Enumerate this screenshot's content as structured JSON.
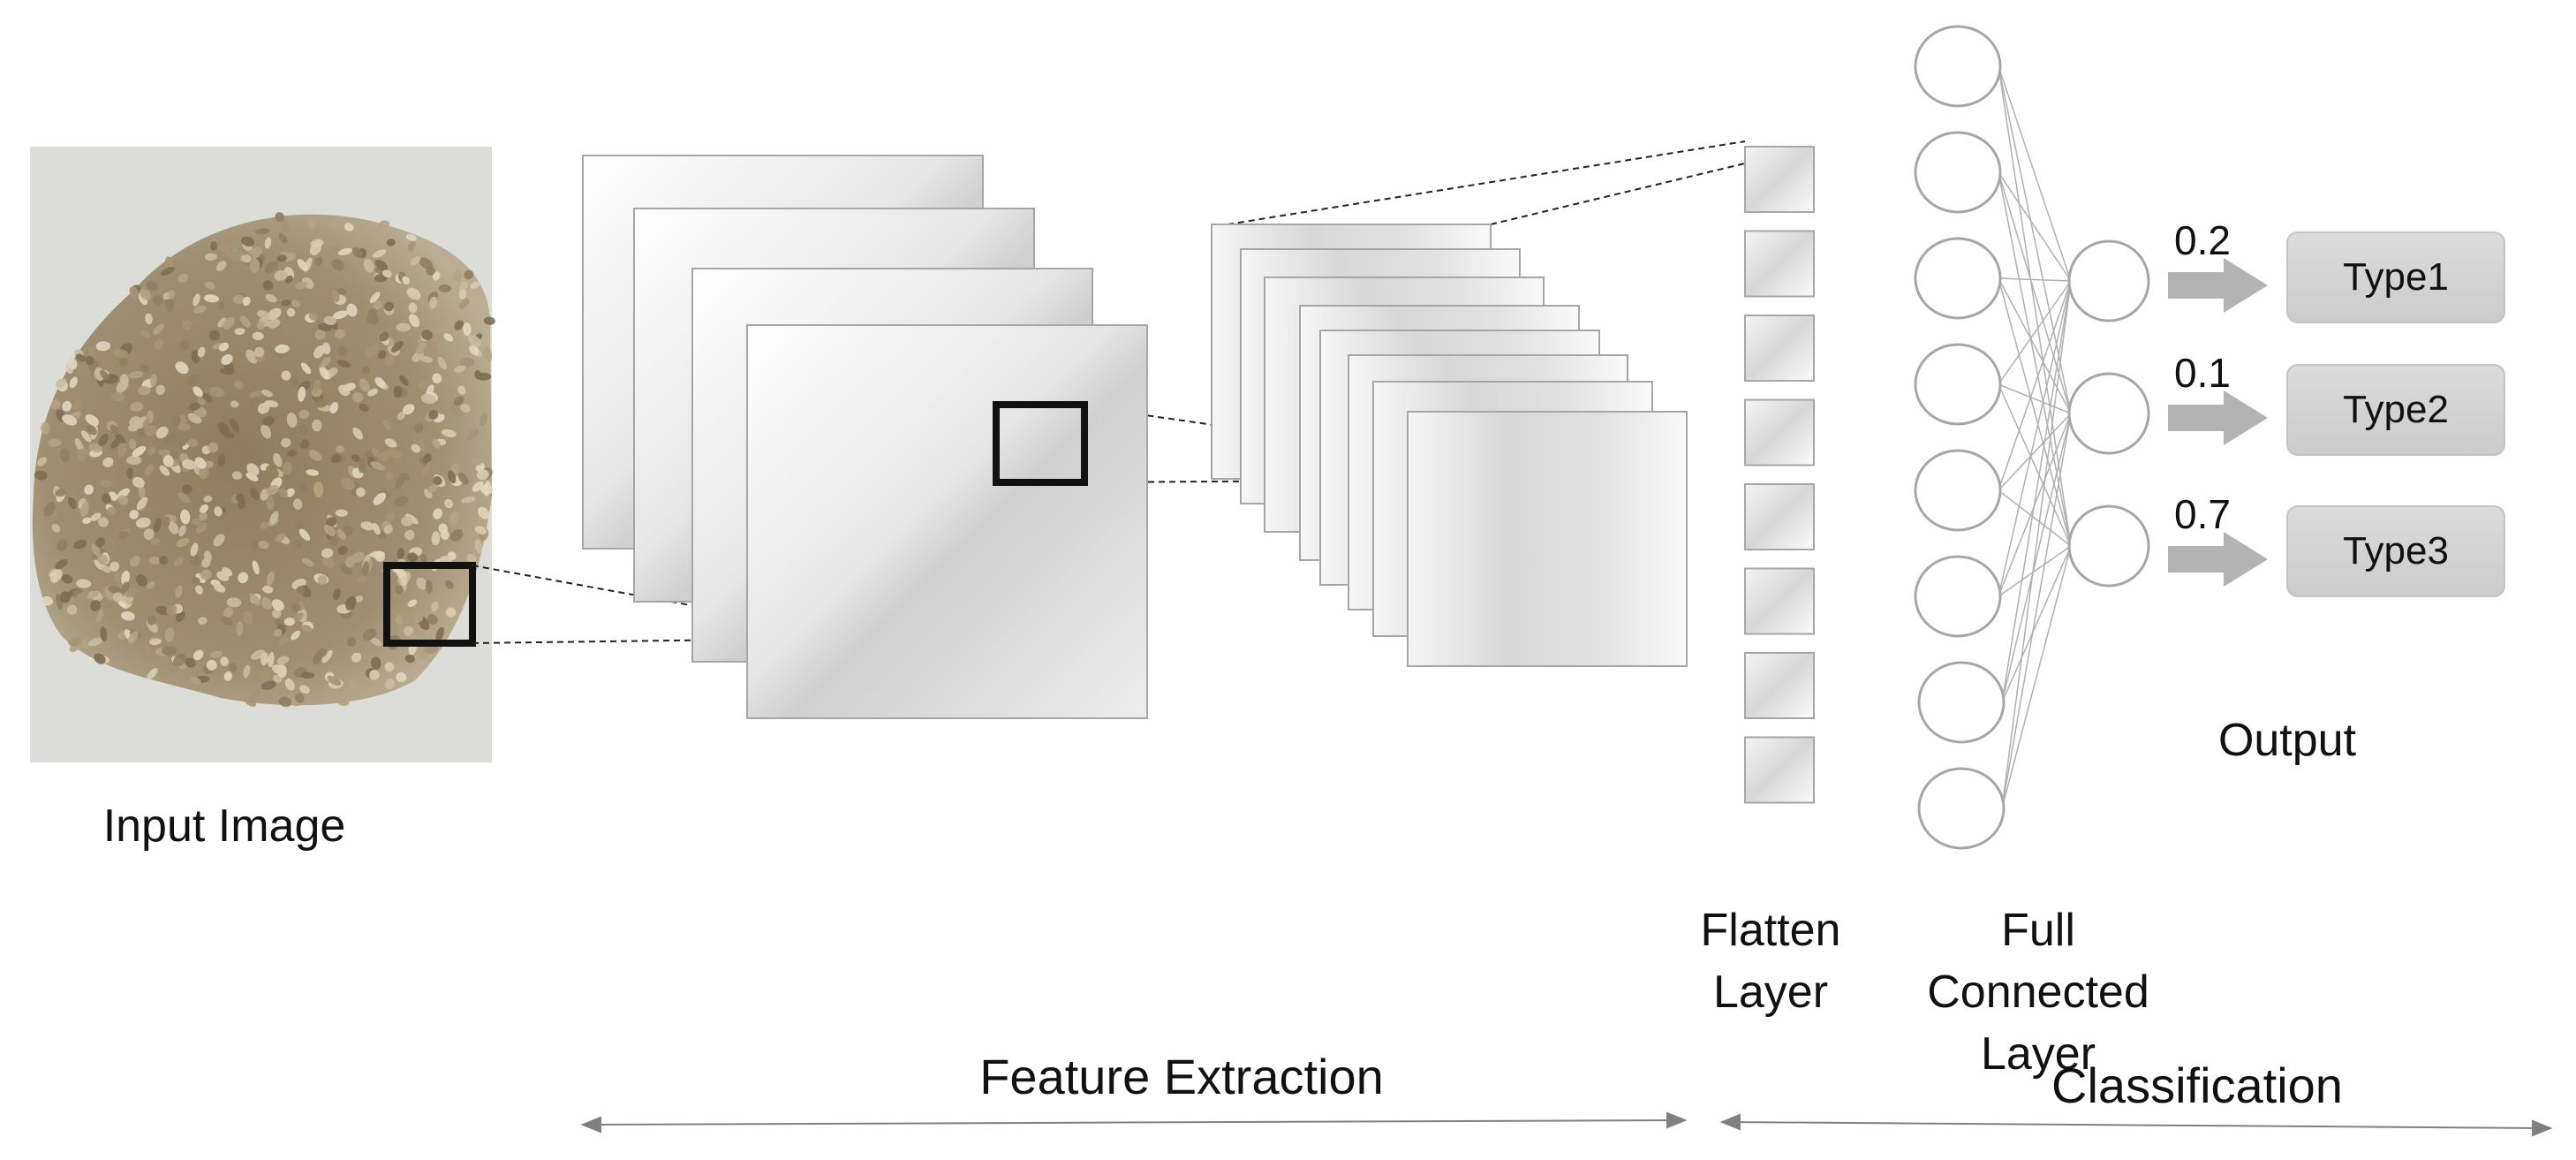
{
  "labels": {
    "input_image": "Input Image",
    "flatten_line1": "Flatten",
    "flatten_line2": "Layer",
    "full_line1": "Full",
    "full_line2": "Connected",
    "full_line3": "Layer",
    "output": "Output",
    "feature_extraction": "Feature Extraction",
    "classification": "Classification"
  },
  "outputs": [
    {
      "probability": "0.2",
      "label": "Type1"
    },
    {
      "probability": "0.1",
      "label": "Type2"
    },
    {
      "probability": "0.7",
      "label": "Type3"
    }
  ],
  "structure": {
    "first_feature_map_count": 4,
    "second_feature_map_count": 8,
    "flatten_cell_count": 8,
    "fully_connected_node_count": 8,
    "output_node_count": 3
  },
  "colors": {
    "line": "#999999",
    "dashed": "#222222",
    "box_fill": "#d4d4d4",
    "box_stroke": "#a6a6a6",
    "arrow_fill": "#b3b3b3",
    "selection_box": "#111111",
    "bean_base": "#9c8c6a"
  }
}
